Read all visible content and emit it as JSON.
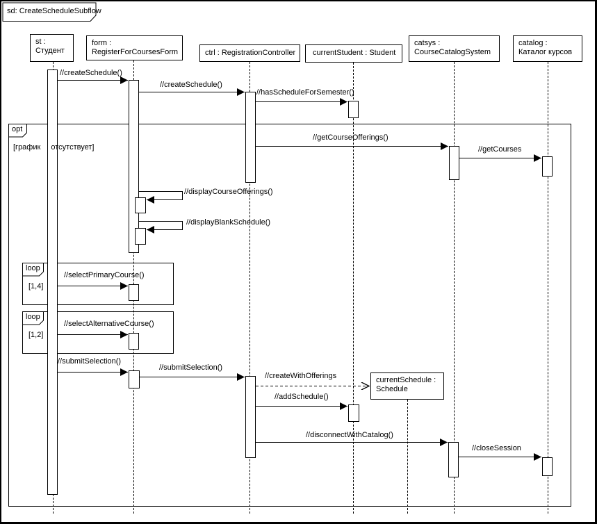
{
  "frame": {
    "title": "sd: CreateScheduleSubflow"
  },
  "participants": {
    "st": {
      "line1": "st :",
      "line2": "Студент"
    },
    "form": {
      "line1": "form :",
      "line2": "RegisterForCoursesForm"
    },
    "ctrl": {
      "line1": "ctrl : RegistrationController"
    },
    "currentStudent": {
      "line1": "currentStudent : Student"
    },
    "catsys": {
      "line1": "catsys :",
      "line2": "CourseCatalogSystem"
    },
    "catalog": {
      "line1": "catalog :",
      "line2": "Каталог курсов"
    },
    "currentSchedule": {
      "line1": "currentSchedule :",
      "line2": "Schedule"
    }
  },
  "fragments": {
    "opt": {
      "operator": "opt",
      "guard": "[график отсутствует]"
    },
    "loop1": {
      "operator": "loop",
      "guard": "[1,4]"
    },
    "loop2": {
      "operator": "loop",
      "guard": "[1,2]"
    }
  },
  "messages": {
    "createSchedule1": "//createSchedule()",
    "createSchedule2": "//createSchedule()",
    "hasScheduleForSemester": "//hasScheduleForSemester()",
    "getCourseOfferings": "//getCourseOfferings()",
    "getCourses": "//getCourses",
    "displayCourseOfferings": "//displayCourseOfferings()",
    "displayBlankSchedule": "//displayBlankSchedule()",
    "selectPrimaryCourse": "//selectPrimaryCourse()",
    "selectAlternativeCourse": "//selectAlternativeCourse()",
    "submitSelection1": "//submitSelection()",
    "submitSelection2": "//submitSelection()",
    "createWithOfferings": "//createWithOfferings",
    "addSchedule": "//addSchedule()",
    "disconnectWithCatalog": "//disconnectWithCatalog()",
    "closeSession": "//closeSession"
  },
  "colors": {
    "line": "#000000",
    "background": "#ffffff"
  }
}
